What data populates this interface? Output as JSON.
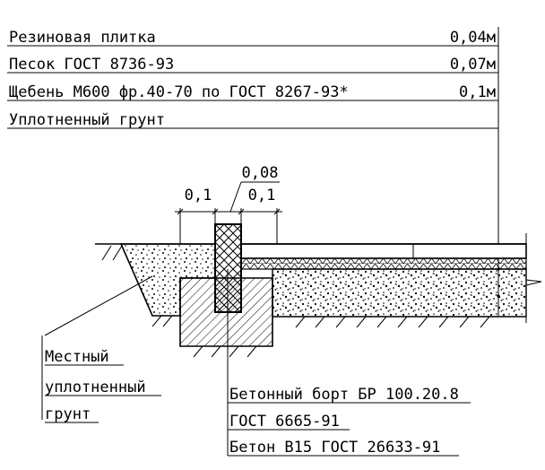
{
  "layers": [
    {
      "name": "Резиновая плитка",
      "thickness": "0,04м"
    },
    {
      "name": "Песок ГОСТ 8736-93",
      "thickness": "0,07м"
    },
    {
      "name": "Щебень М600 фр.40-70 по ГОСТ 8267-93*",
      "thickness": "0,1м"
    },
    {
      "name": "Уплотненный грунт",
      "thickness": ""
    }
  ],
  "dimensions": {
    "left": "0,1",
    "center": "0,08",
    "right": "0,1"
  },
  "soil_note": [
    "Местный",
    "уплотненный",
    "грунт"
  ],
  "curb_note": [
    "Бетонный борт БР 100.20.8",
    "ГОСТ 6665-91",
    "Бетон В15 ГОСТ 26633-91"
  ]
}
